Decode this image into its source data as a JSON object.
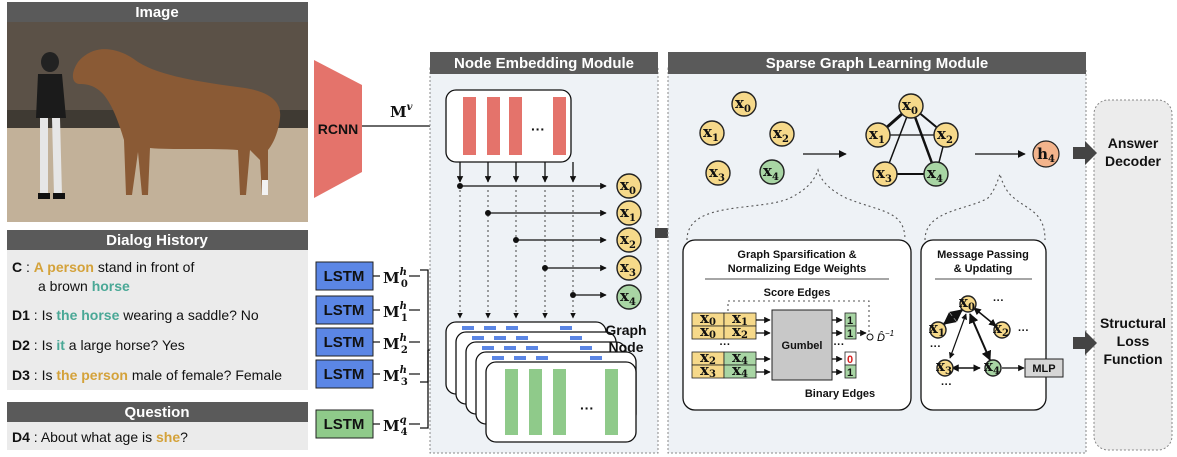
{
  "colors": {
    "header_gray": "#5a5a5a",
    "rcnn_red": "#e4736b",
    "lstm_blue": "#5b86e5",
    "lstm_green": "#8fca8a",
    "highlight_orange": "#d4a23a",
    "highlight_teal": "#4aa896",
    "node_yellow": "#f6d98a",
    "node_green": "#a8d5a4",
    "hidden_orange": "#f3b48c"
  },
  "image_panel": {
    "title": "Image",
    "picture": "photo of a person standing in front of a brown horse"
  },
  "dialog": {
    "title": "Dialog History",
    "lines": [
      {
        "speaker": "C",
        "sep": " : ",
        "parts": [
          {
            "t": "A person",
            "hl": "orange"
          },
          {
            "t": " stand in front of",
            "hl": ""
          }
        ],
        "line2": [
          {
            "t": "a brown ",
            "hl": ""
          },
          {
            "t": "horse",
            "hl": "teal"
          }
        ]
      },
      {
        "speaker": "D1",
        "sep": " : ",
        "parts": [
          {
            "t": "Is ",
            "hl": ""
          },
          {
            "t": "the horse",
            "hl": "teal"
          },
          {
            "t": " wearing a saddle? No",
            "hl": ""
          }
        ]
      },
      {
        "speaker": "D2",
        "sep": " : ",
        "parts": [
          {
            "t": "Is ",
            "hl": ""
          },
          {
            "t": "it",
            "hl": "teal"
          },
          {
            "t": " a large horse? Yes",
            "hl": ""
          }
        ]
      },
      {
        "speaker": "D3",
        "sep": " : ",
        "parts": [
          {
            "t": "Is ",
            "hl": ""
          },
          {
            "t": "the person",
            "hl": "orange"
          },
          {
            "t": " male of female? Female",
            "hl": ""
          }
        ]
      }
    ]
  },
  "question": {
    "title": "Question",
    "speaker": "D4",
    "sep": " : ",
    "parts": [
      {
        "t": "About what age is ",
        "hl": ""
      },
      {
        "t": "she",
        "hl": "orange"
      },
      {
        "t": "?",
        "hl": ""
      }
    ]
  },
  "rcnn": {
    "label": "RCNN",
    "output": "M",
    "output_sup": "v"
  },
  "lstms": [
    {
      "label": "LSTM",
      "m_sup": "h",
      "m_sub": "0",
      "color": "blue"
    },
    {
      "label": "LSTM",
      "m_sup": "h",
      "m_sub": "1",
      "color": "blue"
    },
    {
      "label": "LSTM",
      "m_sup": "h",
      "m_sub": "2",
      "color": "blue"
    },
    {
      "label": "LSTM",
      "m_sup": "h",
      "m_sub": "3",
      "color": "blue"
    },
    {
      "label": "LSTM",
      "m_sup": "q",
      "m_sub": "4",
      "color": "green"
    }
  ],
  "matrix_symbol": "M",
  "node_embedding": {
    "title": "Node Embedding Module",
    "dots": "···",
    "graph_node_label_1": "Graph",
    "graph_node_label_2": "Node"
  },
  "nodes": [
    {
      "base": "x",
      "sub": "0"
    },
    {
      "base": "x",
      "sub": "1"
    },
    {
      "base": "x",
      "sub": "2"
    },
    {
      "base": "x",
      "sub": "3"
    },
    {
      "base": "x",
      "sub": "4"
    }
  ],
  "sparse_graph": {
    "title": "Sparse Graph Learning Module",
    "hidden_node": {
      "base": "h",
      "sub": "4"
    },
    "sparsification_title_1": "Graph Sparsification &",
    "sparsification_title_2": "Normalizing Edge Weights",
    "score_edges": "Score Edges",
    "gumbel": "Gumbel",
    "binary_edges": "Binary Edges",
    "edge_rows": [
      {
        "a": "x",
        "a_sub": "0",
        "b": "x",
        "b_sub": "1",
        "bit": "1"
      },
      {
        "a": "x",
        "a_sub": "0",
        "b": "x",
        "b_sub": "2",
        "bit": "1"
      },
      {
        "a": "x",
        "a_sub": "2",
        "b": "x",
        "b_sub": "4",
        "bit": "0"
      },
      {
        "a": "x",
        "a_sub": "3",
        "b": "x",
        "b_sub": "4",
        "bit": "1"
      }
    ],
    "ellipsis": "···",
    "degree_symbol": "D̂",
    "degree_sup": "−1",
    "message_title_1": "Message Passing",
    "message_title_2": "& Updating",
    "mlp": "MLP"
  },
  "outputs": {
    "answer_1": "Answer",
    "answer_2": "Decoder",
    "loss_1": "Structural",
    "loss_2": "Loss",
    "loss_3": "Function"
  }
}
